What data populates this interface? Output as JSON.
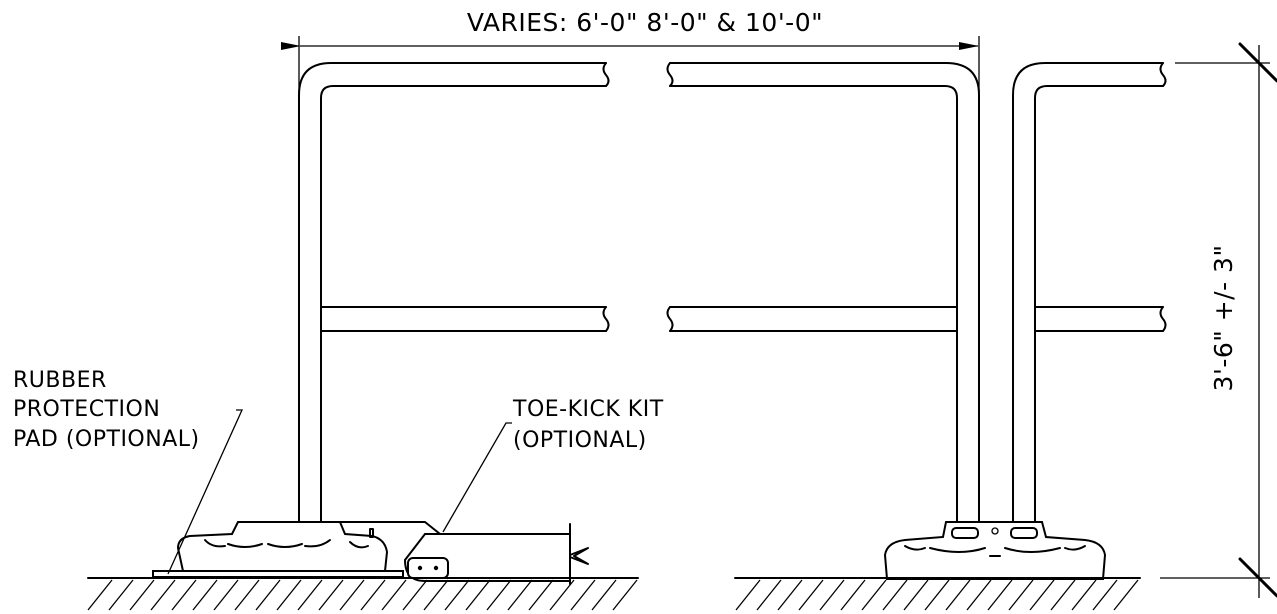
{
  "labels": {
    "width_dimension": "VARIES: 6'-0\" 8'-0\" & 10'-0\"",
    "height_dimension": "3'-6\" +/- 3\"",
    "rubber_pad": [
      "RUBBER",
      "PROTECTION",
      "PAD (OPTIONAL)"
    ],
    "toe_kick": [
      "TOE-KICK KIT",
      "(OPTIONAL)"
    ]
  }
}
